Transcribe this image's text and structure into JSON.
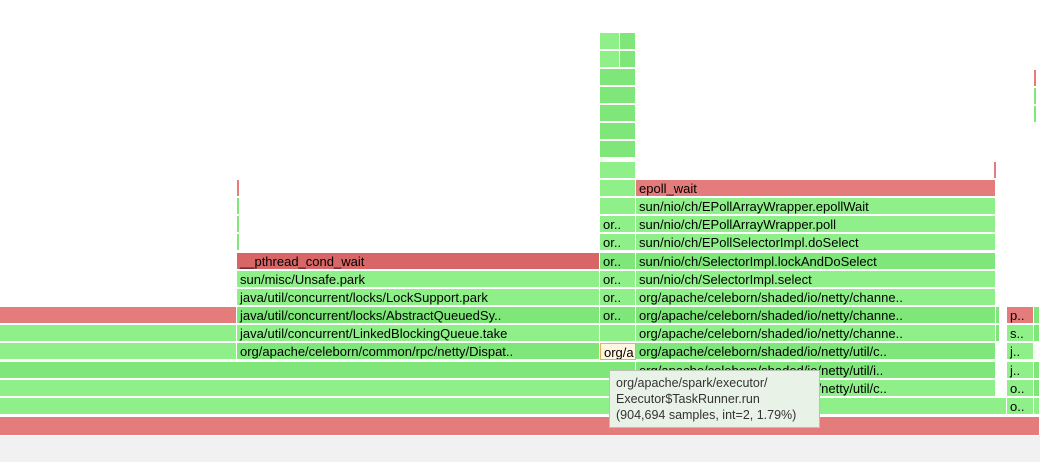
{
  "flamegraph": {
    "stack_column_1": [
      "__pthread_cond_wait",
      "sun/misc/Unsafe.park",
      "java/util/concurrent/locks/LockSupport.park",
      "java/util/concurrent/locks/AbstractQueuedSy..",
      "java/util/concurrent/LinkedBlockingQueue.take",
      "org/apache/celeborn/common/rpc/netty/Dispat.."
    ],
    "stack_column_2": [
      "or..",
      "or..",
      "or..",
      "or..",
      "or..",
      "or..",
      "org/a"
    ],
    "stack_column_3": [
      "epoll_wait",
      "sun/nio/ch/EPollArrayWrapper.epollWait",
      "sun/nio/ch/EPollArrayWrapper.poll",
      "sun/nio/ch/EPollSelectorImpl.doSelect",
      "sun/nio/ch/SelectorImpl.lockAndDoSelect",
      "sun/nio/ch/SelectorImpl.select",
      "org/apache/celeborn/shaded/io/netty/channe..",
      "org/apache/celeborn/shaded/io/netty/channe..",
      "org/apache/celeborn/shaded/io/netty/channe..",
      "org/apache/celeborn/shaded/io/netty/util/c..",
      "org/apache/celeborn/shaded/io/netty/util/i..",
      "org/apache/celeborn/shaded/io/netty/util/c.."
    ],
    "stack_column_4": [
      "p..",
      "s..",
      "j..",
      "j..",
      "o..",
      "o.."
    ]
  },
  "tooltip": {
    "line1": "org/apache/spark/executor/",
    "line2": "Executor$TaskRunner.run",
    "line3": "(904,694 samples, int=2, 1.79%)"
  }
}
